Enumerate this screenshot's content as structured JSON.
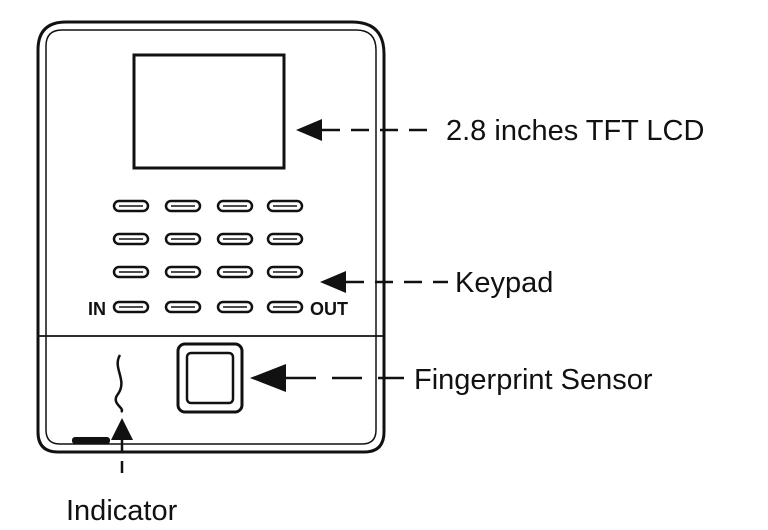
{
  "device": {
    "keypad": {
      "rows": 4,
      "cols": 4,
      "in_label": "IN",
      "out_label": "OUT"
    }
  },
  "callouts": {
    "lcd": "2.8 inches TFT LCD",
    "keypad": "Keypad",
    "fingerprint": "Fingerprint Sensor",
    "indicator": "Indicator"
  },
  "colors": {
    "ink": "#111111",
    "background": "#ffffff"
  }
}
